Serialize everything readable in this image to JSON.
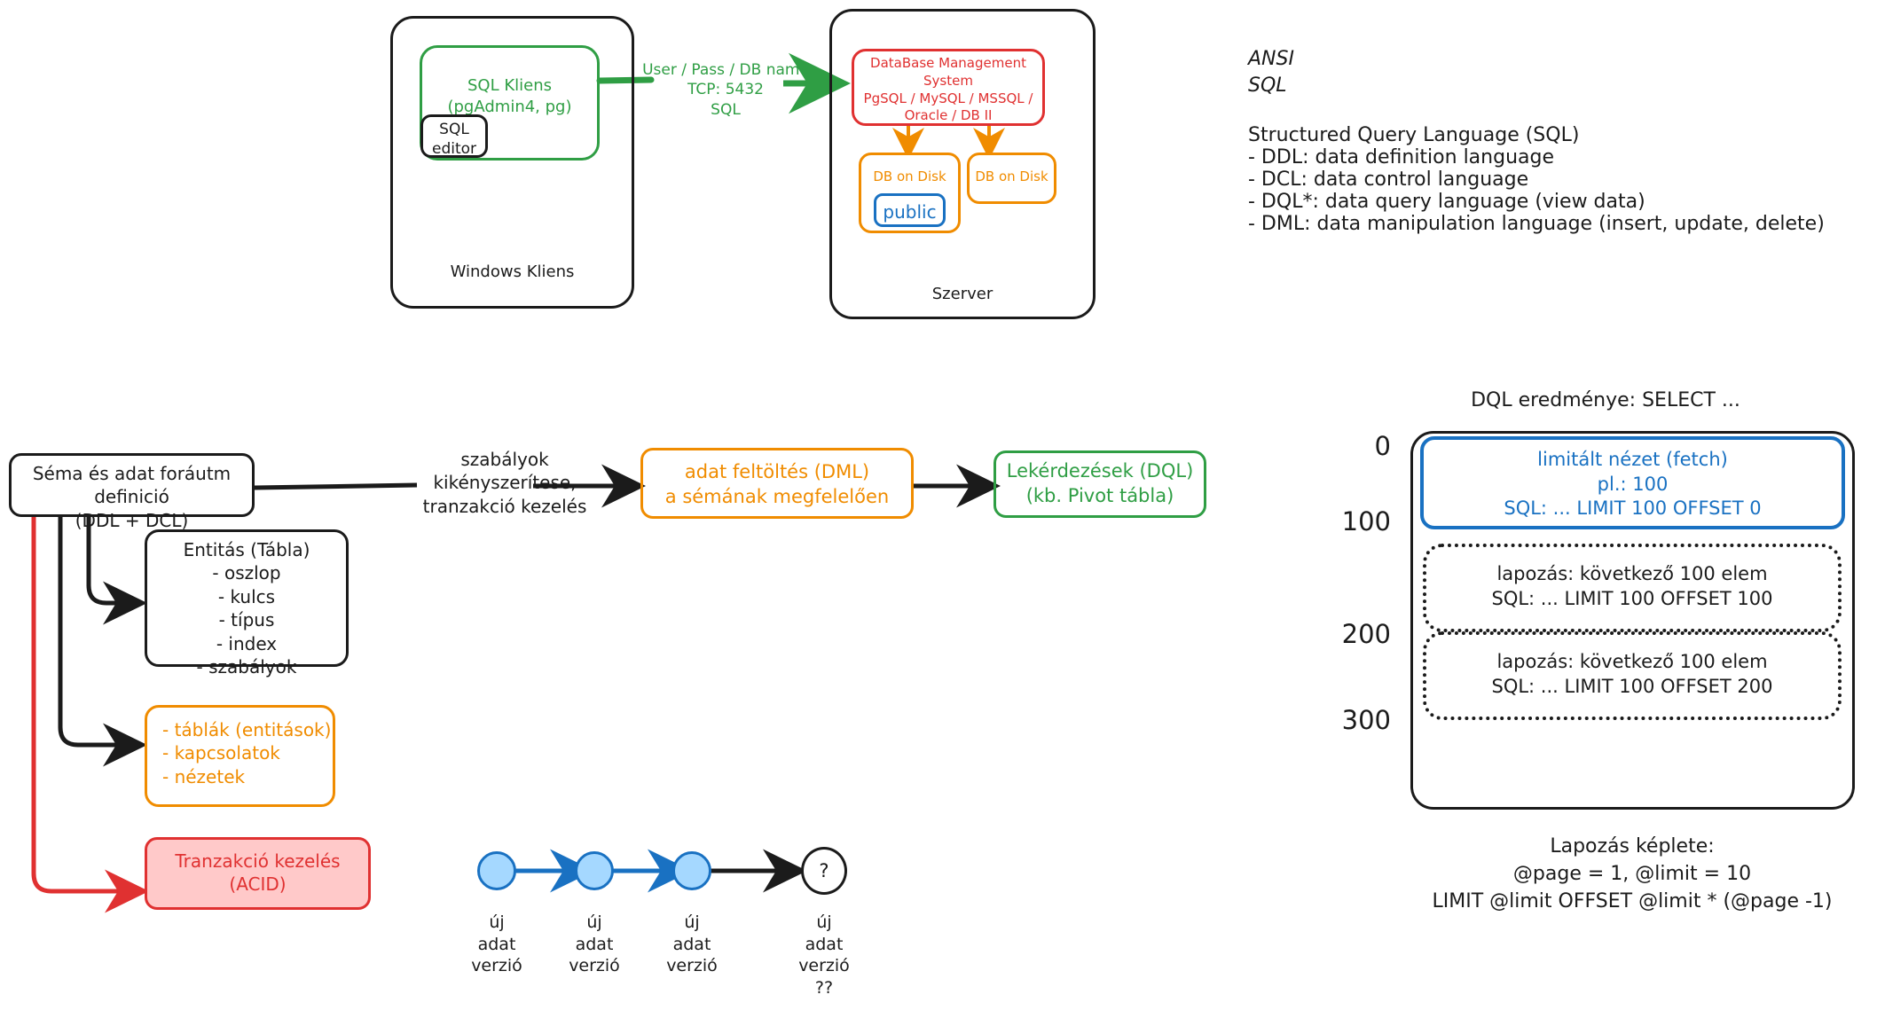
{
  "topology": {
    "client_panel": {
      "label": "Windows Kliens"
    },
    "sql_client": {
      "label": "SQL Kliens\n(pgAdmin4, pg)"
    },
    "sql_editor": {
      "label": "SQL\neditor"
    },
    "connection": {
      "label": "User / Pass / DB name\nTCP: 5432\nSQL"
    },
    "server_panel": {
      "label": "Szerver"
    },
    "dbms": {
      "label": "DataBase Management\nSystem\nPgSQL / MySQL / MSSQL /\nOracle / DB II"
    },
    "db_on_disk_1": {
      "label": "DB on Disk"
    },
    "db_on_disk_2": {
      "label": "DB on Disk"
    },
    "public_schema": {
      "label": "public"
    }
  },
  "notes": {
    "ansi": "ANSI\n SQL",
    "sql_heading": "Structured Query Language (SQL)",
    "sql_lines": [
      "- DDL: data definition language",
      "- DCL: data control language",
      "- DQL*: data query language (view data)",
      "- DML: data manipulation language (insert, update, delete)"
    ]
  },
  "flow": {
    "ddl_box": {
      "label": "Séma és adat foráutm definició\n(DDL + DCL)"
    },
    "edge_label": {
      "label": "szabályok\nkikényszerítese,\ntranzakció kezelés"
    },
    "dml_box": {
      "label": "adat feltöltés (DML)\na sémának megfelelően"
    },
    "dql_box": {
      "label": "Lekérdezések (DQL)\n(kb. Pivot tábla)"
    },
    "entity_box": {
      "label": "Entitás (Tábla)\n- oszlop\n- kulcs\n- típus\n- index\n- szabályok"
    },
    "views_box": {
      "label": "- táblák (entitások)\n- kapcsolatok\n- nézetek"
    },
    "acid_box": {
      "label": "Tranzakció kezelés\n(ACID)"
    }
  },
  "versions": {
    "nodes": [
      {
        "caption": "új\nadat\nverzió"
      },
      {
        "caption": "új\nadat\nverzió"
      },
      {
        "caption": "új\nadat\nverzió"
      }
    ],
    "unknown": {
      "glyph": "?",
      "caption": "új\nadat\nverzió\n??"
    }
  },
  "paging": {
    "title": "DQL eredménye: SELECT ...",
    "axis": [
      "0",
      "100",
      "200",
      "300"
    ],
    "fetch_box": {
      "label": "limitált nézet (fetch)\npl.: 100\nSQL: ... LIMIT 100 OFFSET 0"
    },
    "page_boxes": [
      {
        "label": "lapozás: következő 100 elem\nSQL: ... LIMIT 100 OFFSET 100"
      },
      {
        "label": "lapozás: következő 100 elem\nSQL: ... LIMIT 100 OFFSET 200"
      }
    ],
    "formula": "Lapozás képlete:\n@page = 1, @limit = 10\nLIMIT @limit OFFSET @limit * (@page -1)"
  },
  "colors": {
    "ink": "#1b1b1b",
    "green": "#2f9e44",
    "red": "#e03131",
    "red_fill": "#ffc9c9",
    "orange": "#f08c00",
    "blue": "#1971c2",
    "blue_fill": "#a5d8ff"
  }
}
